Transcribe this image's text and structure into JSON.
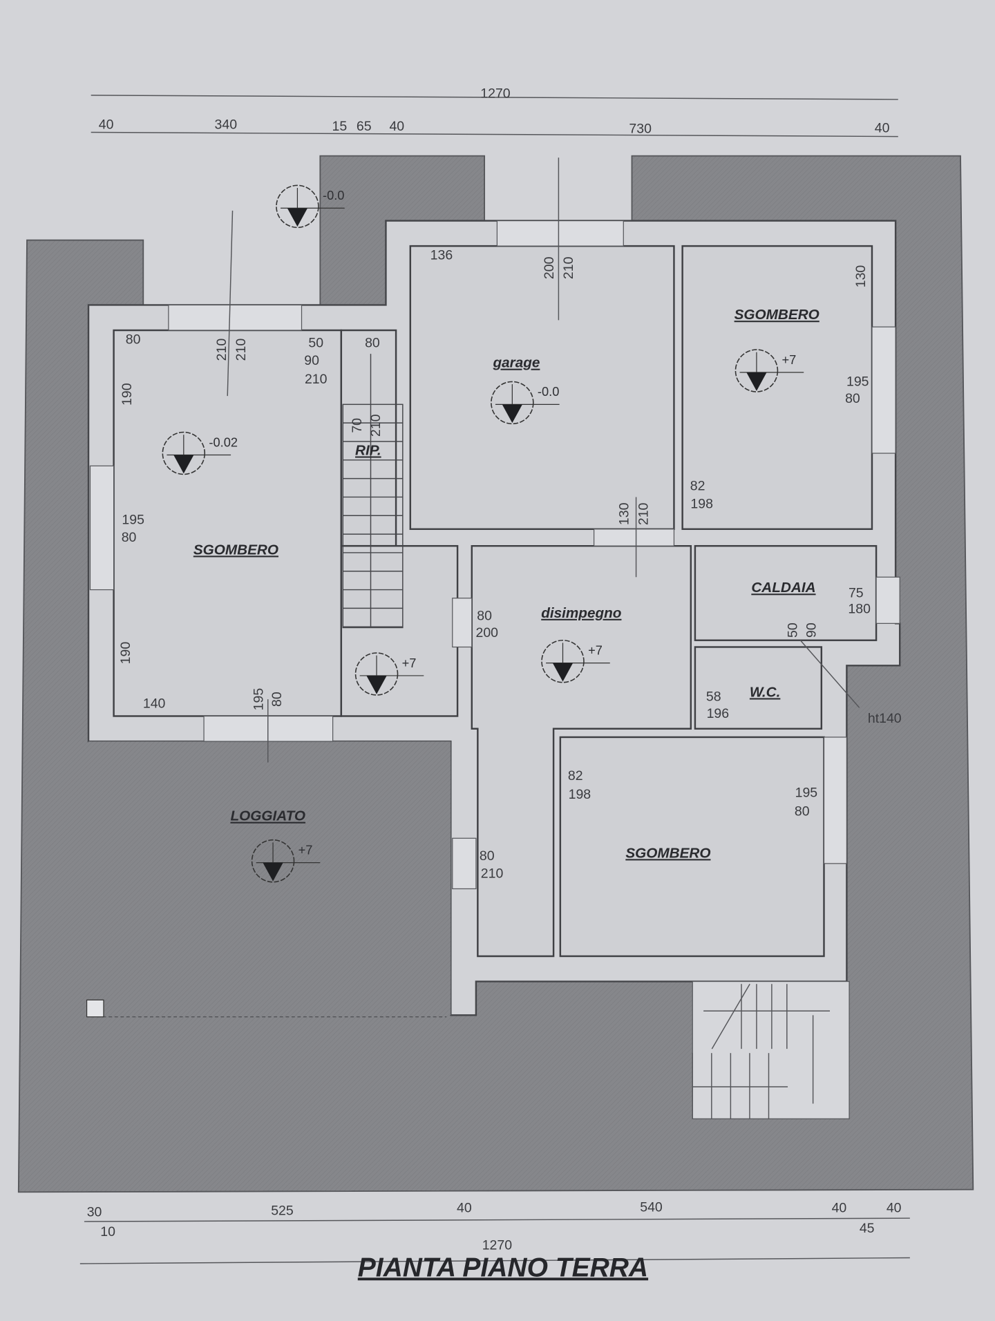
{
  "title": "PIANTA PIANO TERRA",
  "colors": {
    "paper": "#d3d4d8",
    "terrain": "#88898d",
    "room": "#cfd0d4",
    "wall": "#45464a"
  },
  "top_dimensions": {
    "overall": "1270",
    "segments": [
      "40",
      "340",
      "15",
      "65",
      "40",
      "730",
      "40"
    ]
  },
  "bottom_dimensions": {
    "overall": "1270",
    "segments": [
      "30",
      "10",
      "525",
      "40",
      "540",
      "40",
      "45",
      "40"
    ]
  },
  "rooms": [
    "SGOMBERO",
    "garage",
    "SGOMBERO",
    "RIP.",
    "disimpegno",
    "CALDAIA",
    "W.C.",
    "SGOMBERO",
    "LOGGIATO"
  ],
  "levels": [
    "-0.0",
    "-0.02",
    "-0.0",
    "+7",
    "+7",
    "+7",
    "+7"
  ],
  "annotations": [
    "136",
    "200",
    "210",
    "130",
    "80",
    "210",
    "210",
    "50",
    "90",
    "210",
    "80",
    "190",
    "70",
    "210",
    "195",
    "80",
    "82",
    "198",
    "130",
    "210",
    "195",
    "80",
    "75",
    "180",
    "80",
    "200",
    "50",
    "90",
    "190",
    "58",
    "196",
    "ht140",
    "140",
    "195",
    "80",
    "82",
    "198",
    "195",
    "80",
    "80",
    "210"
  ]
}
